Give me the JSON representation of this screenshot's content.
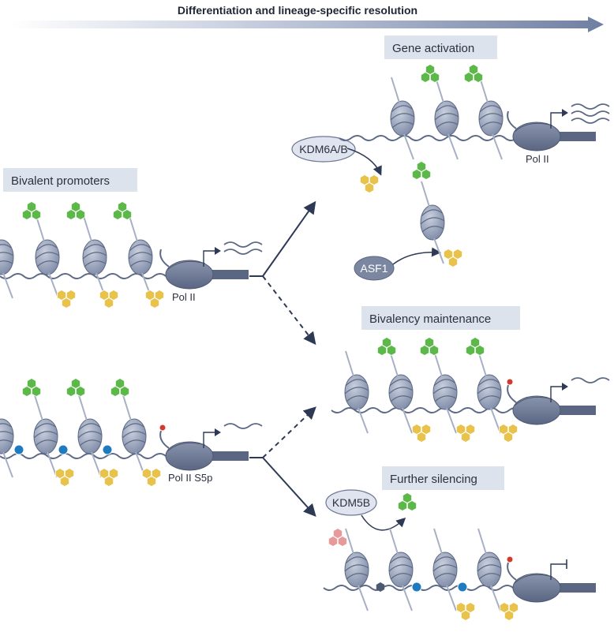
{
  "header": {
    "title": "Differentiation and lineage-specific resolution"
  },
  "labels": {
    "bivalent_promoters": "Bivalent promoters",
    "gene_activation": "Gene activation",
    "bivalency_maintenance": "Bivalency maintenance",
    "further_silencing": "Further silencing"
  },
  "enzymes": {
    "kdm6": "KDM6A/B",
    "asf1": "ASF1",
    "kdm5b": "KDM5B"
  },
  "polymerase": {
    "pol2": "Pol II",
    "pol2_s5p": "Pol II S5p"
  },
  "colors": {
    "dna": "#5d6a85",
    "nucleosome": "#7e8aa6",
    "nucleosome_light": "#b4bdd1",
    "polymerase": "#6c7792",
    "green_mark": "#5cb848",
    "yellow_mark": "#e8c24a",
    "pink_mark": "#e89a9a",
    "blue_mark": "#1f7bbf",
    "red_dot": "#d23a2e",
    "label_box": "#dde3ec",
    "arrow": "#2e3a55"
  }
}
